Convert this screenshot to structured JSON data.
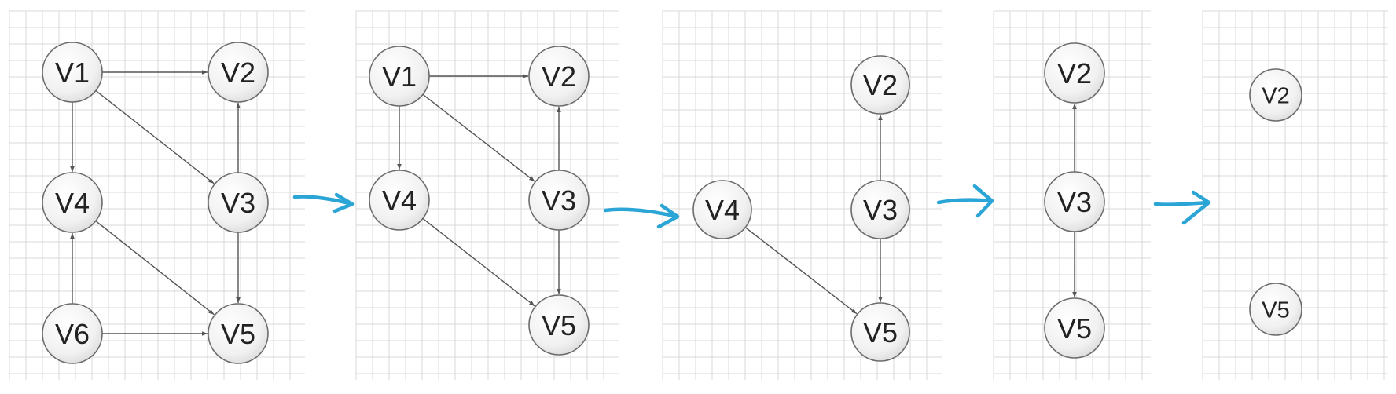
{
  "panels": [
    {
      "nodes": [
        {
          "id": "V1",
          "label": "V1"
        },
        {
          "id": "V2",
          "label": "V2"
        },
        {
          "id": "V4",
          "label": "V4"
        },
        {
          "id": "V3",
          "label": "V3"
        },
        {
          "id": "V6",
          "label": "V6"
        },
        {
          "id": "V5",
          "label": "V5"
        }
      ],
      "edges": [
        [
          "V1",
          "V2"
        ],
        [
          "V1",
          "V4"
        ],
        [
          "V1",
          "V3"
        ],
        [
          "V3",
          "V2"
        ],
        [
          "V3",
          "V5"
        ],
        [
          "V4",
          "V5"
        ],
        [
          "V6",
          "V4"
        ],
        [
          "V6",
          "V5"
        ]
      ]
    },
    {
      "nodes": [
        {
          "id": "V1",
          "label": "V1"
        },
        {
          "id": "V2",
          "label": "V2"
        },
        {
          "id": "V4",
          "label": "V4"
        },
        {
          "id": "V3",
          "label": "V3"
        },
        {
          "id": "V5",
          "label": "V5"
        }
      ],
      "edges": [
        [
          "V1",
          "V2"
        ],
        [
          "V1",
          "V4"
        ],
        [
          "V1",
          "V3"
        ],
        [
          "V3",
          "V2"
        ],
        [
          "V3",
          "V5"
        ],
        [
          "V4",
          "V5"
        ]
      ]
    },
    {
      "nodes": [
        {
          "id": "V2",
          "label": "V2"
        },
        {
          "id": "V4",
          "label": "V4"
        },
        {
          "id": "V3",
          "label": "V3"
        },
        {
          "id": "V5",
          "label": "V5"
        }
      ],
      "edges": [
        [
          "V3",
          "V2"
        ],
        [
          "V3",
          "V5"
        ],
        [
          "V4",
          "V5"
        ]
      ]
    },
    {
      "nodes": [
        {
          "id": "V2",
          "label": "V2"
        },
        {
          "id": "V3",
          "label": "V3"
        },
        {
          "id": "V5",
          "label": "V5"
        }
      ],
      "edges": [
        [
          "V3",
          "V2"
        ],
        [
          "V3",
          "V5"
        ]
      ]
    },
    {
      "nodes": [
        {
          "id": "V2",
          "label": "V2"
        },
        {
          "id": "V5",
          "label": "V5"
        }
      ],
      "edges": []
    }
  ],
  "colors": {
    "arrow": "#2aa5d6",
    "edge": "#555555",
    "grid": "#d9d9d9",
    "node_stroke": "#6b6b6b"
  }
}
